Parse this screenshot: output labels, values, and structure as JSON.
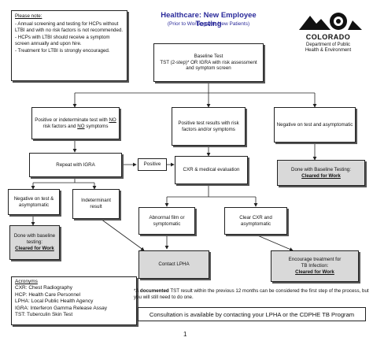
{
  "header": {
    "title": "Healthcare: New Employee Testing",
    "subtitle": "(Prior to Working with New Patients)"
  },
  "logo": {
    "name": "COLORADO",
    "dept_line1": "Department of Public",
    "dept_line2": "Health & Environment"
  },
  "note": {
    "heading": "Please note:",
    "items": [
      "- Annual screening and testing for HCPs without LTBI and with no risk factors is not recommended.",
      "- HCPs with LTBI should receive a symptom screen annually and upon hire.",
      "- Treatment for LTBI is strongly encouraged."
    ]
  },
  "nodes": {
    "baseline": {
      "line1": "Baseline Test",
      "line2": "TST (2-step)* OR IGRA with risk assessment and symptom screen"
    },
    "positive_indeterminate": {
      "pre": "Positive or indeterminate test with ",
      "no1": "NO",
      "mid": " risk factors and ",
      "no2": "NO",
      "post": " symptoms"
    },
    "positive_risk": "Positive test results with risk factors and/or symptoms",
    "negative_asym": "Negative on test and asymptomatic",
    "repeat_igra": "Repeat with IGRA",
    "positive_label": "Positive",
    "cxr_eval": "CXR & medical evaluation",
    "done_baseline_right": {
      "line1": "Done with Baseline Testing:",
      "line2": "Cleared for Work"
    },
    "negative_asym_left": "Negative on test & asymptomatic",
    "indeterminate": "Indeterminant result",
    "done_baseline_left": {
      "line1": "Done with baseline testing:",
      "line2": "Cleared for Work"
    },
    "abnormal": "Abnormal film or symptomatic",
    "clear_cxr": "Clear CXR and asymptomatic",
    "contact_lpha": "Contact LPHA",
    "encourage": {
      "line1": "Encourage treatment for",
      "line2": "TB Infection:",
      "line3": "Cleared for Work"
    }
  },
  "acronyms": {
    "heading": "Acronyms",
    "items": [
      "CXR: Chest Radiography",
      "HCP: Health Care Personnel",
      "LPHA: Local Public Health Agency",
      "IGRA: Interferon Gamma Release Assay",
      "TST: Tuberculin Skin Test"
    ]
  },
  "footnote": {
    "pre": "*A ",
    "bold": "documented",
    "post": " TST result within the previous 12 months can be considered the first step of the process, but you will still need to do one."
  },
  "consultation": "Consultation is available by contacting your LPHA or the CDPHE TB Program",
  "page_number": "1",
  "colors": {
    "title": "#2a2a9a",
    "gray_box": "#d9d9d9"
  }
}
